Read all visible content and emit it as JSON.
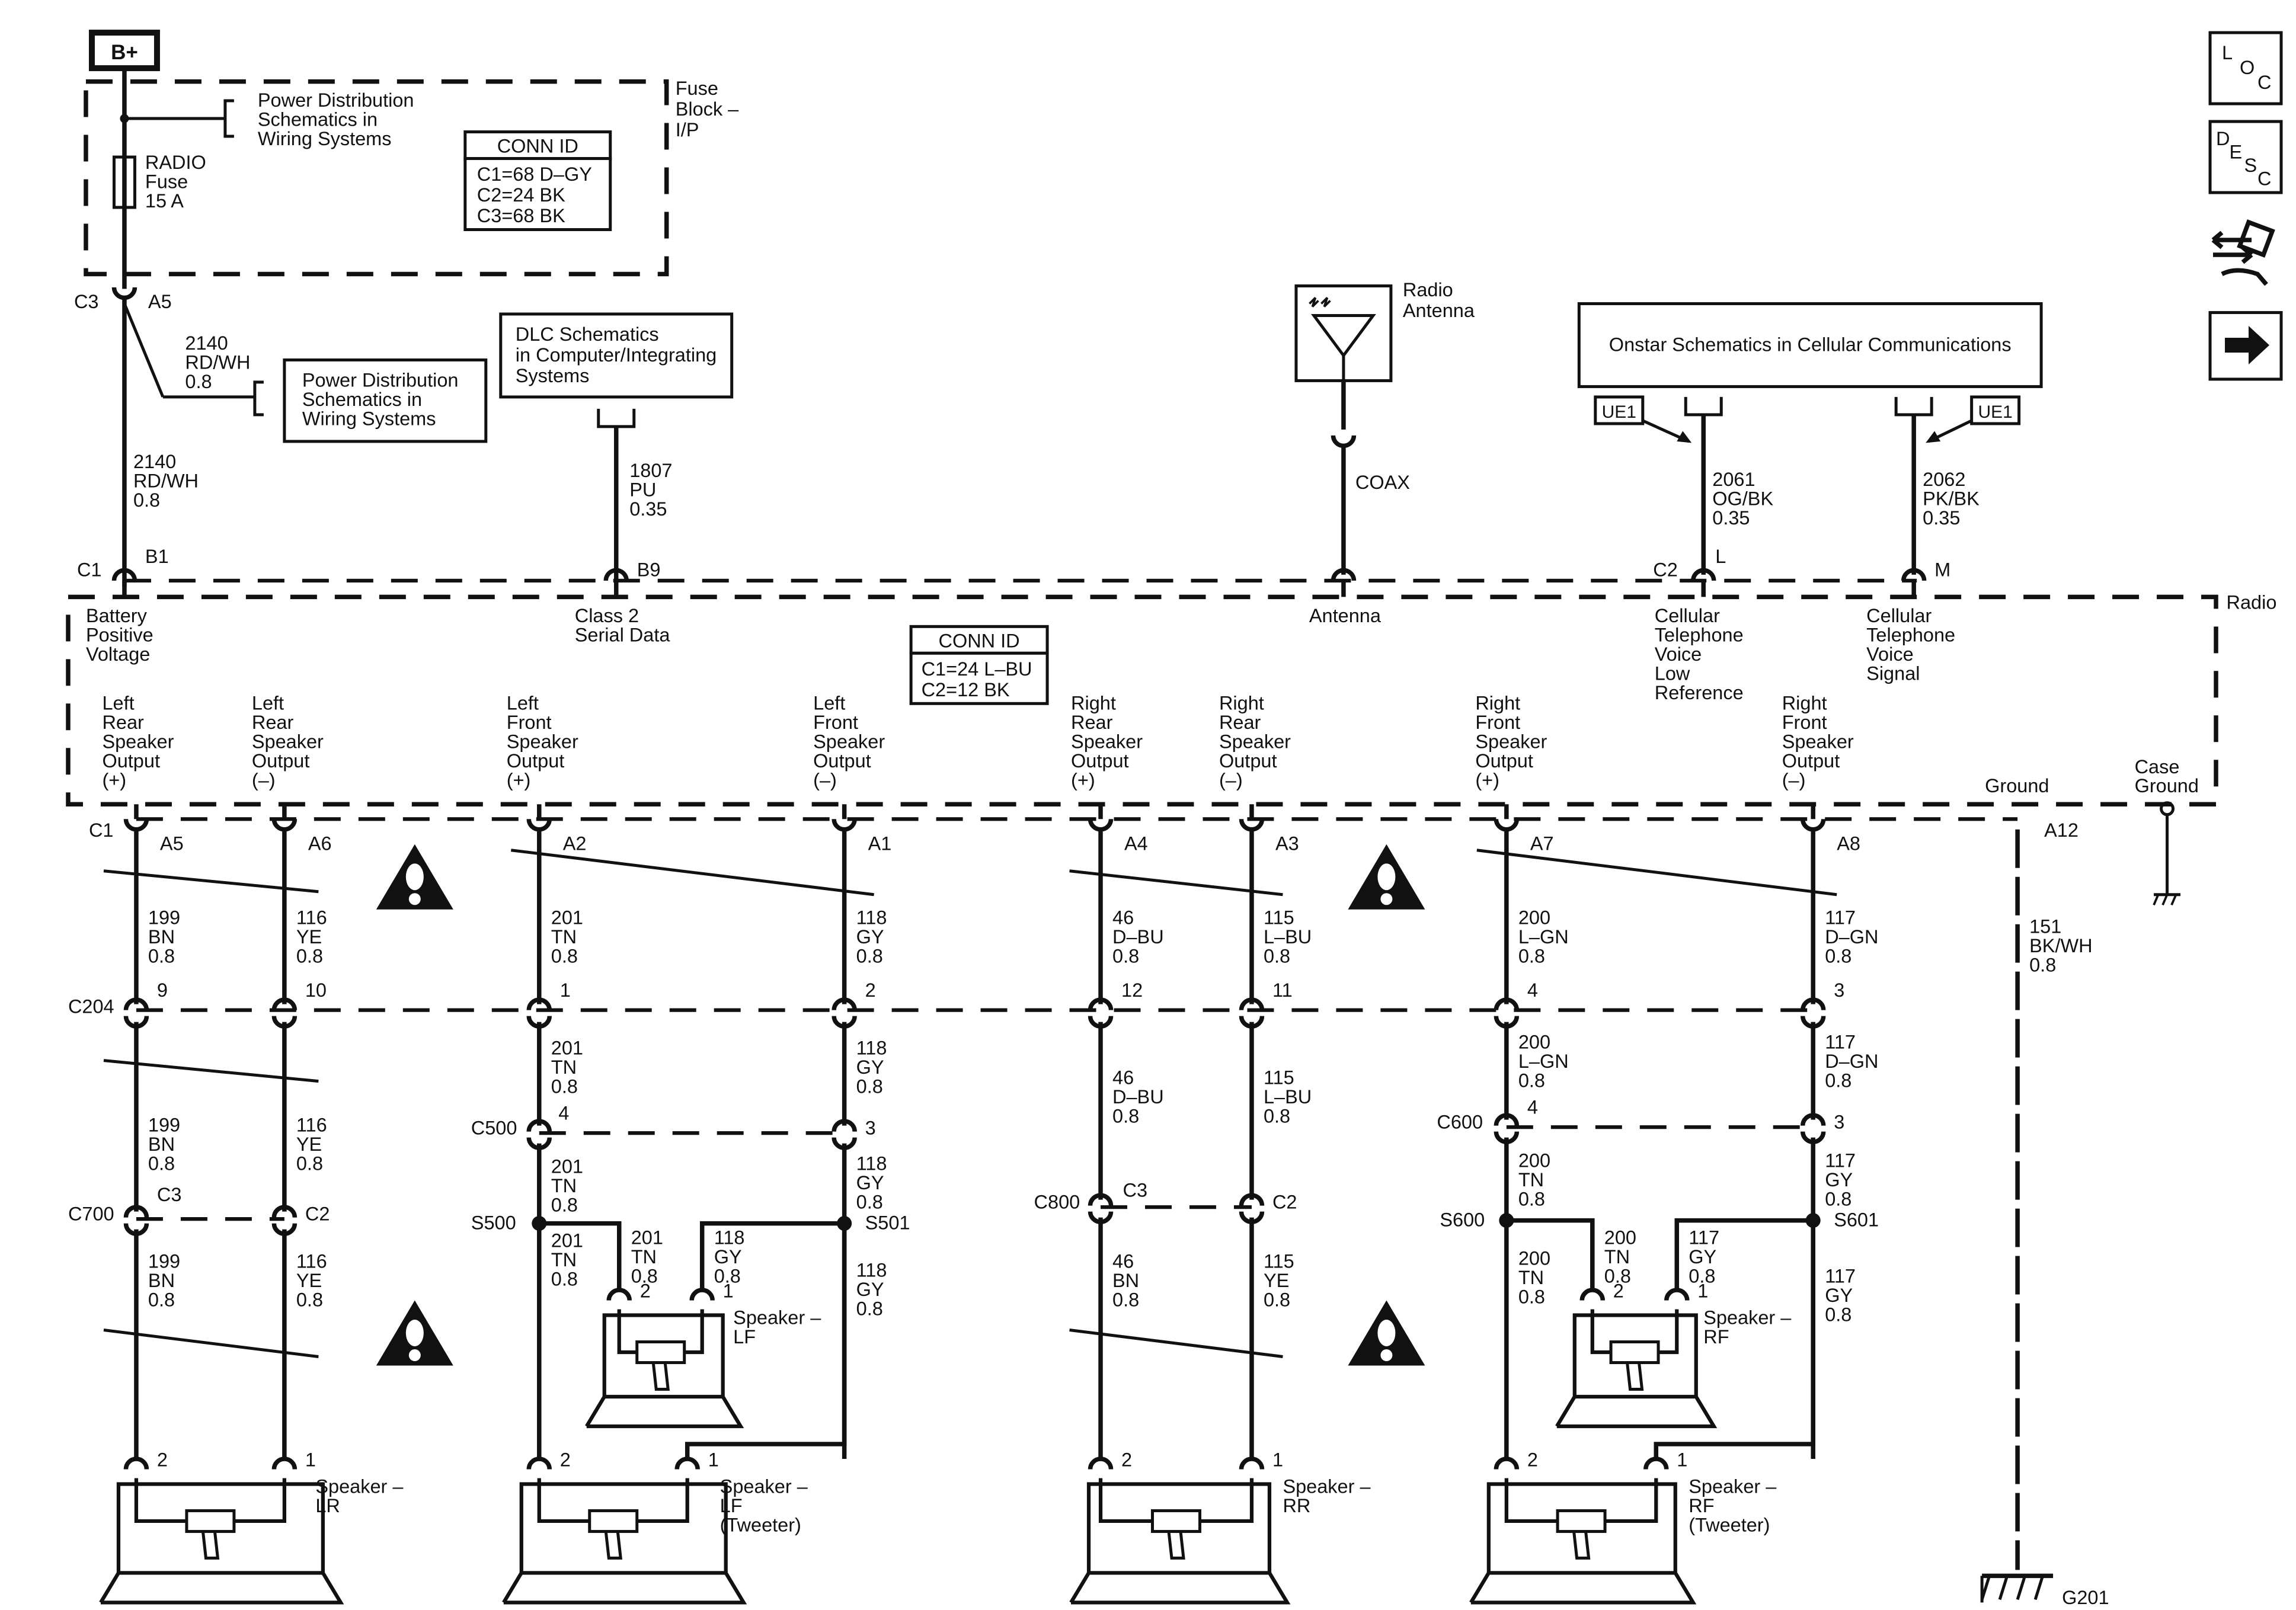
{
  "power": {
    "label": "B+",
    "pd_ref_top": [
      "Power Distribution",
      "Schematics in",
      "Wiring Systems"
    ],
    "fuse_block": [
      "Fuse",
      "Block –",
      "I/P"
    ],
    "fuse": [
      "RADIO",
      "Fuse",
      "15 A"
    ],
    "conn_id_title": "CONN ID",
    "conn_id": [
      "C1=68 D–GY",
      "C2=24 BK",
      "C3=68 BK"
    ],
    "c3": "C3",
    "a5": "A5",
    "wire_split": [
      "2140",
      "RD/WH",
      "0.8"
    ],
    "pd_ref_mid": [
      "Power Distribution",
      "Schematics in",
      "Wiring Systems"
    ],
    "wire_main": [
      "2140",
      "RD/WH",
      "0.8"
    ]
  },
  "dlc": {
    "box": [
      "DLC Schematics",
      "in Computer/Integrating",
      "Systems"
    ],
    "wire": [
      "1807",
      "PU",
      "0.35"
    ]
  },
  "antenna": {
    "label": [
      "Radio",
      "Antenna"
    ],
    "coax": "COAX"
  },
  "onstar": {
    "box": "Onstar Schematics in Cellular Communications",
    "ue1": "UE1",
    "wire_l": [
      "2061",
      "OG/BK",
      "0.35"
    ],
    "wire_r": [
      "2062",
      "PK/BK",
      "0.35"
    ]
  },
  "radio": {
    "label": "Radio",
    "c1": "C1",
    "b1": "B1",
    "b9": "B9",
    "c2": "C2",
    "l": "L",
    "m": "M",
    "battery": [
      "Battery",
      "Positive",
      "Voltage"
    ],
    "class2": [
      "Class 2",
      "Serial Data"
    ],
    "antenna": "Antenna",
    "cell_low": [
      "Cellular",
      "Telephone",
      "Voice",
      "Low",
      "Reference"
    ],
    "cell_sig": [
      "Cellular",
      "Telephone",
      "Voice",
      "Signal"
    ],
    "conn_id_title": "CONN ID",
    "conn_id": [
      "C1=24 L–BU",
      "C2=12 BK"
    ],
    "ground": "Ground",
    "case_ground": [
      "Case",
      "Ground"
    ],
    "outputs": [
      [
        "Left",
        "Rear",
        "Speaker",
        "Output",
        "(+)"
      ],
      [
        "Left",
        "Rear",
        "Speaker",
        "Output",
        "(–)"
      ],
      [
        "Left",
        "Front",
        "Speaker",
        "Output",
        "(+)"
      ],
      [
        "Left",
        "Front",
        "Speaker",
        "Output",
        "(–)"
      ],
      [
        "Right",
        "Rear",
        "Speaker",
        "Output",
        "(+)"
      ],
      [
        "Right",
        "Rear",
        "Speaker",
        "Output",
        "(–)"
      ],
      [
        "Right",
        "Front",
        "Speaker",
        "Output",
        "(+)"
      ],
      [
        "Right",
        "Front",
        "Speaker",
        "Output",
        "(–)"
      ]
    ],
    "pins": [
      "A5",
      "A6",
      "A2",
      "A1",
      "A4",
      "A3",
      "A7",
      "A8"
    ],
    "c1_bottom": "C1",
    "a12": "A12"
  },
  "wires": {
    "top": [
      [
        "199",
        "BN",
        "0.8"
      ],
      [
        "116",
        "YE",
        "0.8"
      ],
      [
        "201",
        "TN",
        "0.8"
      ],
      [
        "118",
        "GY",
        "0.8"
      ],
      [
        "46",
        "D–BU",
        "0.8"
      ],
      [
        "115",
        "L–BU",
        "0.8"
      ],
      [
        "200",
        "L–GN",
        "0.8"
      ],
      [
        "117",
        "D–GN",
        "0.8"
      ]
    ],
    "c204_pins": [
      "9",
      "10",
      "1",
      "2",
      "12",
      "11",
      "4",
      "3"
    ],
    "c204": "C204",
    "mid": [
      [
        "199",
        "BN",
        "0.8"
      ],
      [
        "116",
        "YE",
        "0.8"
      ],
      [
        "201",
        "TN",
        "0.8"
      ],
      [
        "118",
        "GY",
        "0.8"
      ],
      [
        "46",
        "D–BU",
        "0.8"
      ],
      [
        "115",
        "L–BU",
        "0.8"
      ],
      [
        "200",
        "L–GN",
        "0.8"
      ],
      [
        "117",
        "D–GN",
        "0.8"
      ]
    ],
    "ground_wire": [
      "151",
      "BK/WH",
      "0.8"
    ]
  },
  "lower": {
    "c700": "C700",
    "c700_pins": [
      "C3",
      "C2"
    ],
    "c500": "C500",
    "c500_pins": [
      "4",
      "3"
    ],
    "c800": "C800",
    "c800_pins": [
      "C3",
      "C2"
    ],
    "c600": "C600",
    "c600_pins": [
      "4",
      "3"
    ],
    "s500": "S500",
    "s501": "S501",
    "s600": "S600",
    "s601": "S601",
    "lr_a": [
      "199",
      "BN",
      "0.8"
    ],
    "lr_b": [
      "116",
      "YE",
      "0.8"
    ],
    "lf_a": [
      "201",
      "TN",
      "0.8"
    ],
    "lf_b": [
      "118",
      "GY",
      "0.8"
    ],
    "lf_a2": [
      "201",
      "TN",
      "0.8"
    ],
    "lf_b2": [
      "118",
      "GY",
      "0.8"
    ],
    "lf_spk_a": [
      "201",
      "TN",
      "0.8"
    ],
    "lf_spk_b": [
      "118",
      "GY",
      "0.8"
    ],
    "rr_a": [
      "46",
      "BN",
      "0.8"
    ],
    "rr_b": [
      "115",
      "YE",
      "0.8"
    ],
    "rf_a": [
      "200",
      "TN",
      "0.8"
    ],
    "rf_b": [
      "117",
      "GY",
      "0.8"
    ],
    "rf_a2": [
      "200",
      "TN",
      "0.8"
    ],
    "rf_b2": [
      "117",
      "GY",
      "0.8"
    ],
    "rf_spk_a": [
      "200",
      "TN",
      "0.8"
    ],
    "rf_spk_b": [
      "117",
      "GY",
      "0.8"
    ]
  },
  "speakers": {
    "lr": [
      "Speaker –",
      "LR"
    ],
    "lf_tw": [
      "Speaker –",
      "LF",
      "(Tweeter)"
    ],
    "lf": [
      "Speaker –",
      "LF"
    ],
    "rr": [
      "Speaker –",
      "RR"
    ],
    "rf_tw": [
      "Speaker –",
      "RF",
      "(Tweeter)"
    ],
    "rf": [
      "Speaker –",
      "RF"
    ],
    "pin_2": "2",
    "pin_1": "1"
  },
  "g201": "G201",
  "side_icons": {
    "loc": [
      "L",
      "O",
      "C"
    ],
    "desc": [
      "D",
      "E",
      "S",
      "C"
    ],
    "icons": [
      "troubleshoot-icon",
      "next-arrow-icon"
    ]
  }
}
